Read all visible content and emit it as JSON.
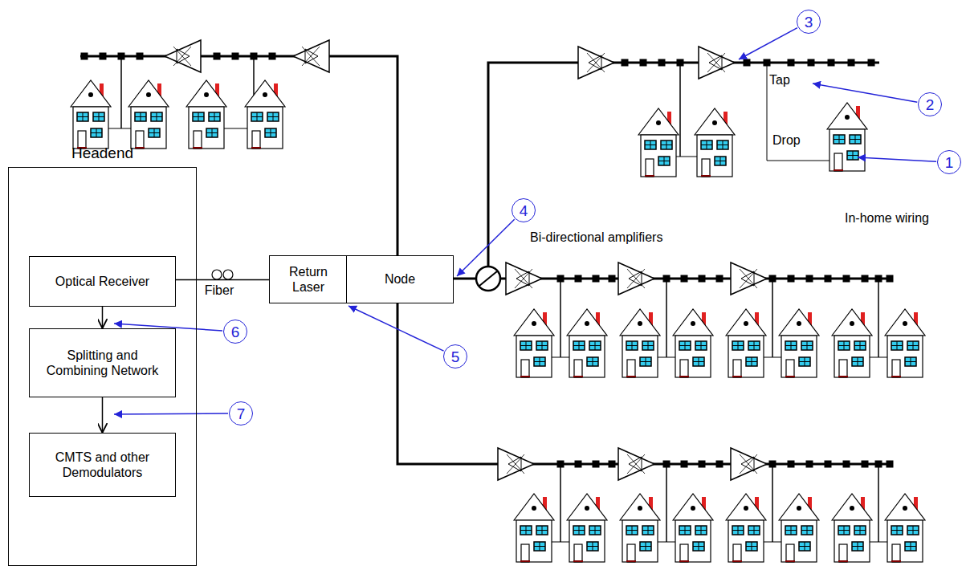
{
  "diagram": {
    "nodes": [
      {
        "text": [
          "Headend"
        ]
      },
      {
        "text": [
          "Optical Receiver"
        ],
        "in": 0
      },
      {
        "text": [
          "Splitting and Combining Network"
        ],
        "in": 0
      },
      {
        "text": [
          "CMTS and other Demodulators"
        ],
        "in": 0
      },
      {
        "text": [
          "Return Laser"
        ]
      },
      {
        "text": [
          "Node"
        ]
      }
    ],
    "edges": [
      {
        "from": 1,
        "to": 2,
        "arrow": "to"
      },
      {
        "from": 2,
        "to": 3,
        "arrow": "to"
      },
      {
        "from": 4,
        "to": 1,
        "label": "Fiber",
        "arrow": "none"
      }
    ],
    "labels": [
      "3",
      "Tap",
      "2",
      "Drop",
      "1",
      "In-home wiring",
      "4",
      "Bi-directional amplifiers",
      "6",
      "5",
      "7"
    ]
  }
}
